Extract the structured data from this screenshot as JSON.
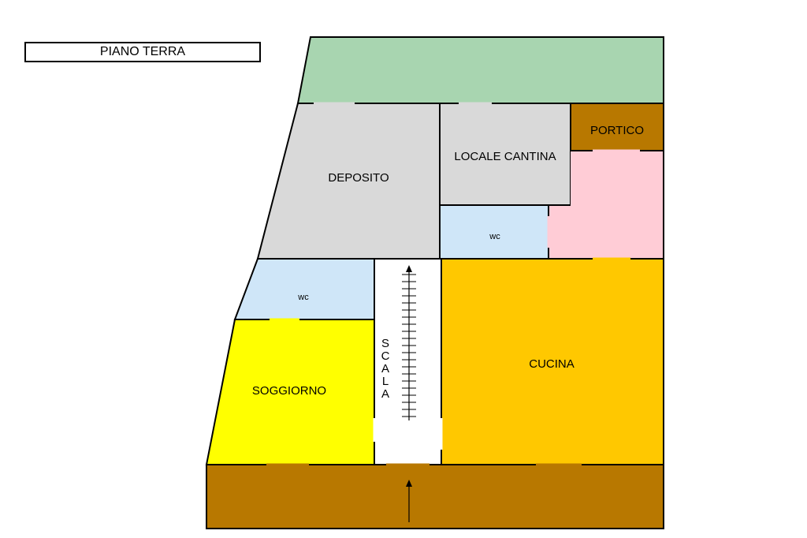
{
  "header": {
    "title": "PIANO TERRA"
  },
  "colors": {
    "garden": "#a8d5b0",
    "storage": "#d9d9d9",
    "portico": "#b87800",
    "pink_room": "#ffccd6",
    "bathroom": "#cfe6f8",
    "kitchen": "#ffc800",
    "living": "#ffff00",
    "stair": "#ffffff",
    "entrance": "#b87800",
    "wall": "#000000"
  },
  "rooms": {
    "deposito": "DEPOSITO",
    "locale_cantina": "LOCALE CANTINA",
    "portico": "PORTICO",
    "wc_upper": "wc",
    "wc_lower": "wc",
    "cucina": "CUCINA",
    "soggiorno": "SOGGIORNO",
    "scala": [
      "S",
      "C",
      "A",
      "L",
      "A"
    ]
  },
  "icons": {
    "stair_arrow": "arrow-up-icon",
    "entrance_arrow": "arrow-up-icon"
  }
}
